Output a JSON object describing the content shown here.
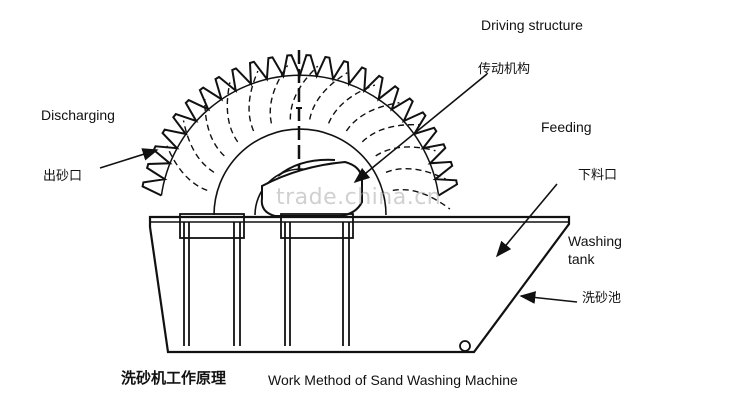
{
  "labels": {
    "driving_structure": "Driving structure",
    "driving_structure_cn": "传动机构",
    "discharging": "Discharging",
    "discharging_cn": "出砂口",
    "feeding": "Feeding",
    "feeding_cn": "下料口",
    "washing_tank_line1": "Washing",
    "washing_tank_line2": "tank",
    "washing_tank_cn": "洗砂池"
  },
  "caption": {
    "cn": "洗砂机工作原理",
    "en": "Work Method of Sand Washing Machine"
  },
  "watermark": "trade.china.cn",
  "colors": {
    "line": "#111111",
    "watermark": "#aaaaaa"
  }
}
